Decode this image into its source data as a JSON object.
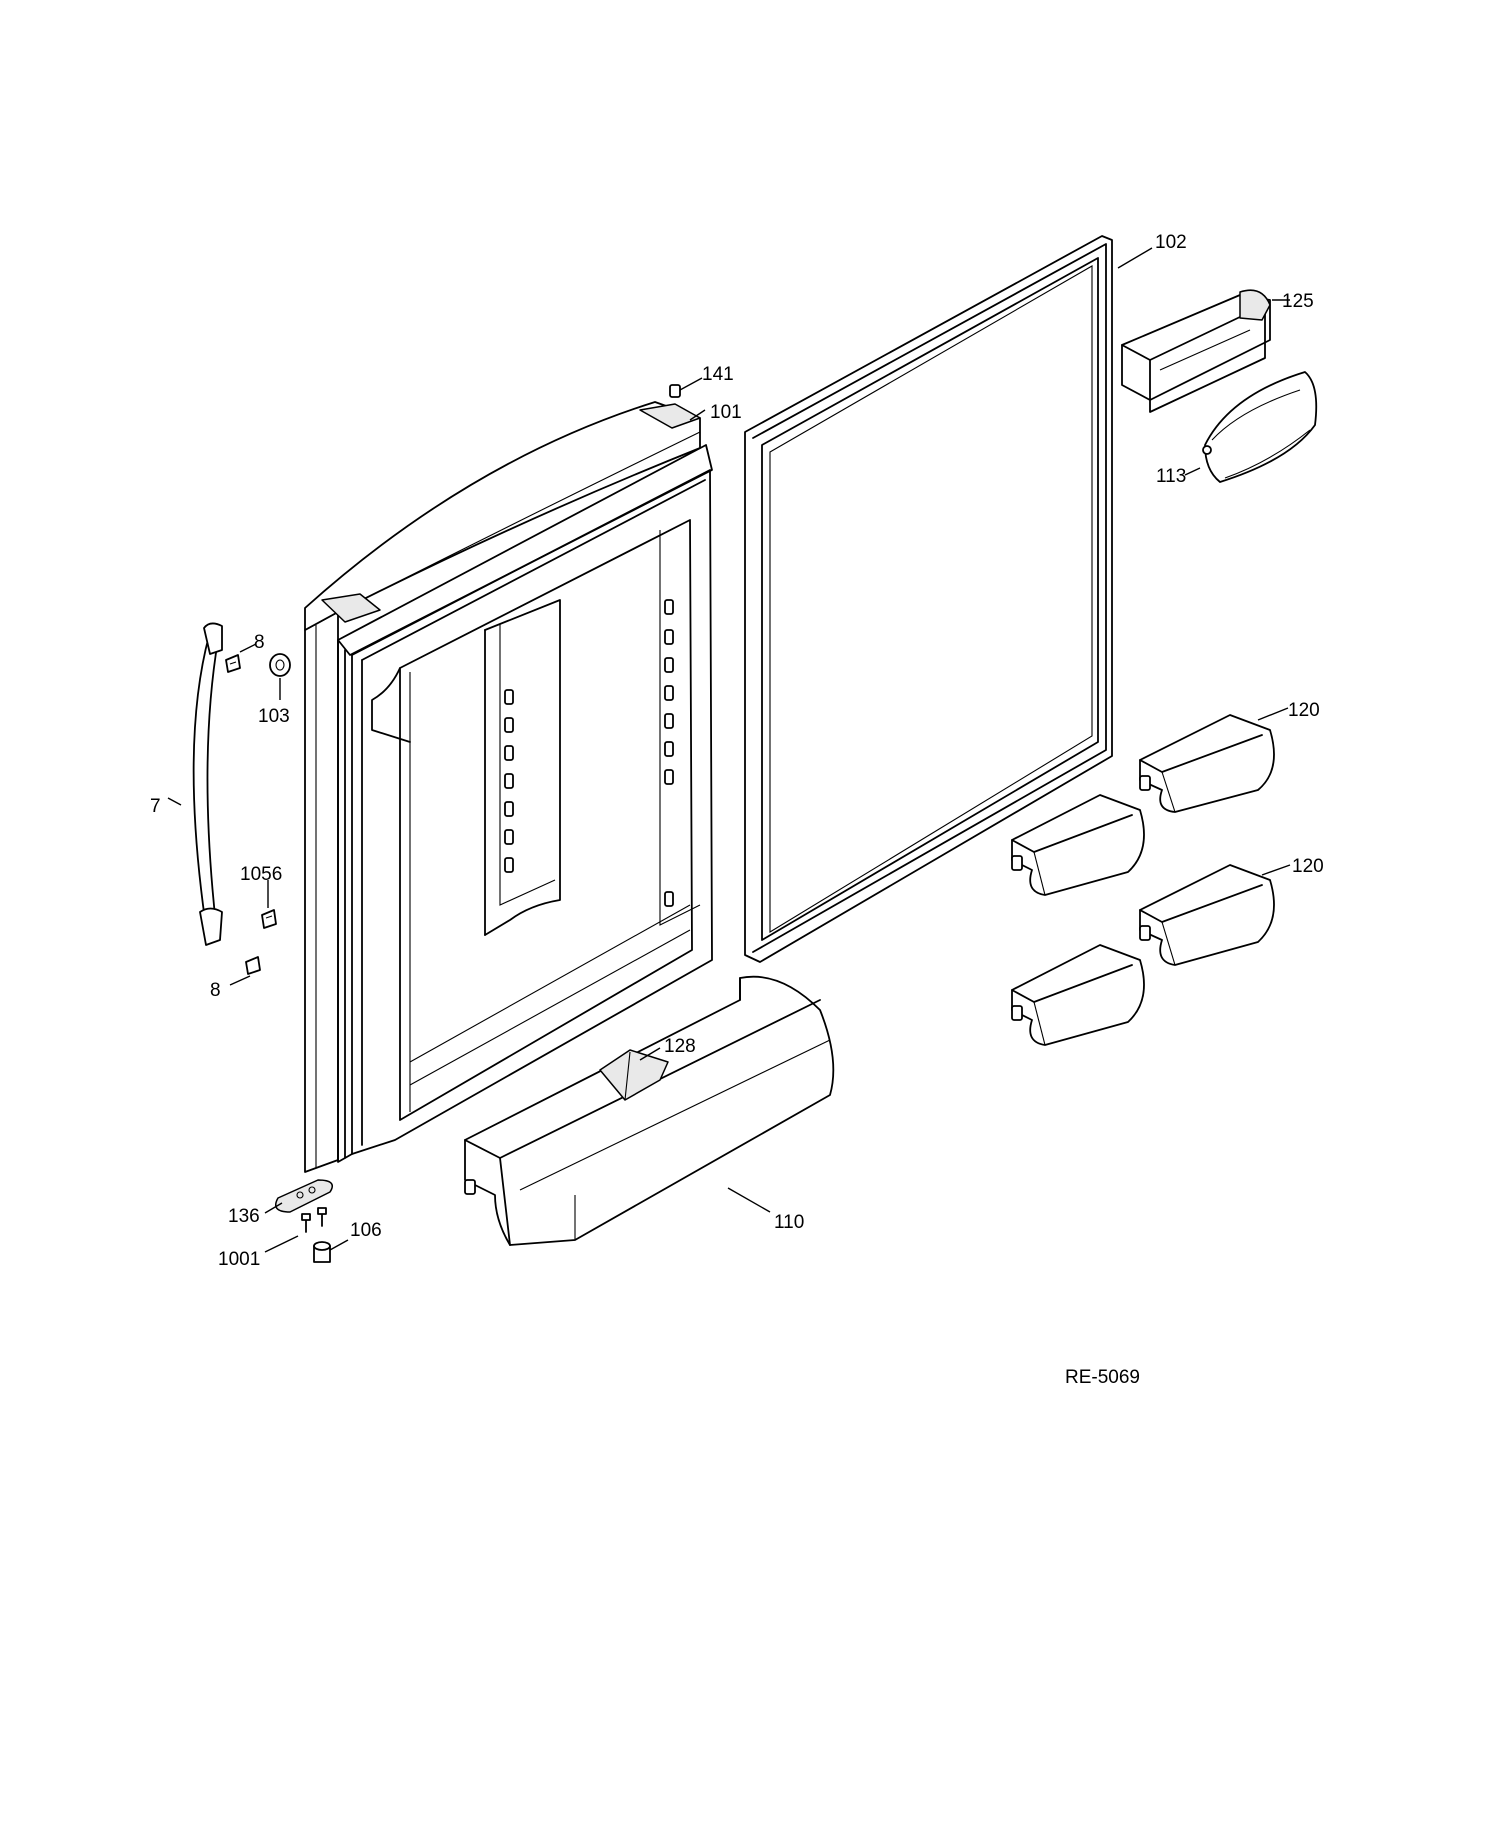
{
  "diagram": {
    "drawing_number": "RE-5069",
    "callouts": {
      "c7": "7",
      "c8a": "8",
      "c8b": "8",
      "c101": "101",
      "c102": "102",
      "c103": "103",
      "c106": "106",
      "c110": "110",
      "c113": "113",
      "c120a": "120",
      "c120b": "120",
      "c125": "125",
      "c128": "128",
      "c136": "136",
      "c141": "141",
      "c1001": "1001",
      "c1056": "1056"
    }
  }
}
